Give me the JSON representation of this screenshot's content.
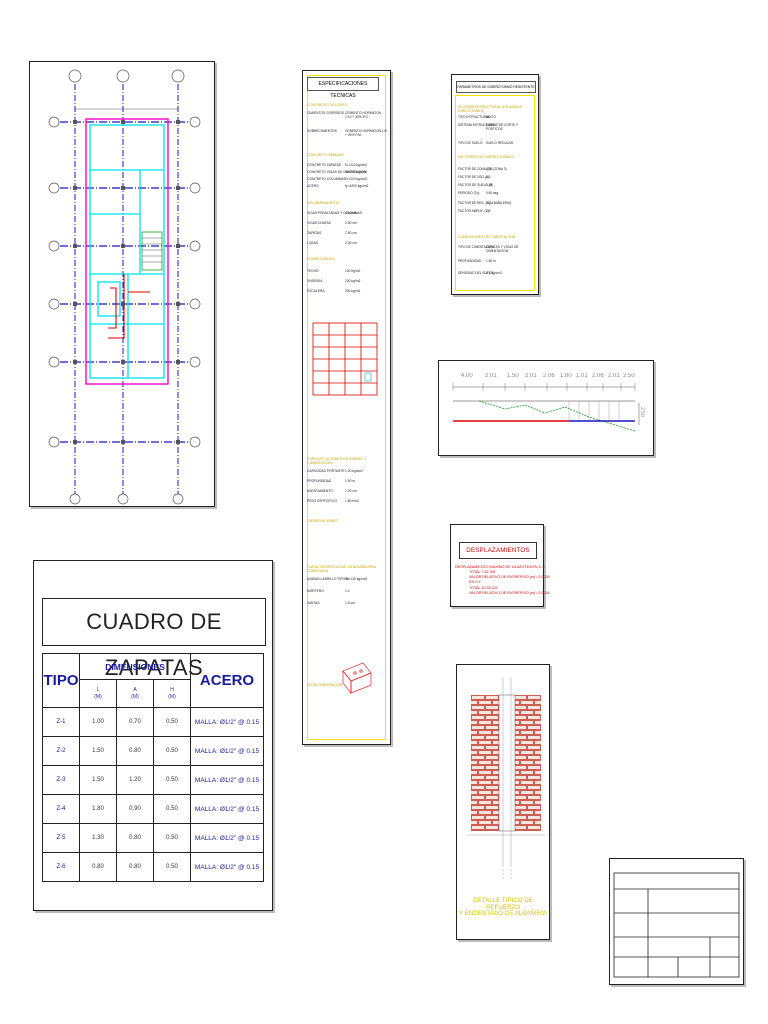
{
  "specs": {
    "title": "ESPECIFICACIONES TECNICAS",
    "sections": [
      {
        "title": "CONCRETO CICLOPEO",
        "rows": [
          {
            "label": "CIMIENTOS CORRIDOS",
            "value": "CEMENTO-HORMIGON 1:10 + 30% P.G."
          },
          {
            "label": "SOBRECIMIENTOS",
            "value": "CEMENTO-HORMIGON 1:8 + 25% P.M."
          }
        ]
      },
      {
        "title": "CONCRETO ARMADO",
        "rows": [
          {
            "label": "CONCRETO ZAPATAS",
            "value": "f'c=210 kg/cm2"
          },
          {
            "label": "CONCRETO VIGAS DE CIMENTACION",
            "value": "f'c=210 kg/cm2"
          },
          {
            "label": "CONCRETO COLUMNAS",
            "value": "f'c=210 kg/cm2"
          },
          {
            "label": "ACERO",
            "value": "fy=4200 kg/cm2"
          }
        ]
      },
      {
        "title": "RECUBRIMIENTOS",
        "rows": [
          {
            "label": "VIGAS PERALTADAS Y COLUMNAS",
            "value": "4.00 cm"
          },
          {
            "label": "VIGAS CHATAS",
            "value": "2.50 cm"
          },
          {
            "label": "ZAPATAS",
            "value": "7.50 cm"
          },
          {
            "label": "LOSAS",
            "value": "2.00 cm"
          }
        ]
      },
      {
        "title": "SOBRECARGAS",
        "rows": [
          {
            "label": "TECHO",
            "value": "100 kg/m2"
          },
          {
            "label": "VIVIENDA",
            "value": "200 kg/m2"
          },
          {
            "label": "ESCALERA",
            "value": "200 kg/m2"
          }
        ]
      },
      {
        "title": "ESPECIFICACIONES DE DISEÑO Y CIMENTACION",
        "rows": [
          {
            "label": "CAPACIDAD PORTANTE",
            "value": "1.00 kg/cm2"
          },
          {
            "label": "PROFUNDIDAD",
            "value": "1.50 m"
          },
          {
            "label": "ASENTAMIENTO",
            "value": "1.00 cm"
          },
          {
            "label": "PESO ESPECIFICO",
            "value": "1.80 t/m3"
          }
        ]
      },
      {
        "title": "OBSERVACIONES",
        "rows": []
      },
      {
        "title": "CARACTERISTICAS DE LA ALBAÑILERIA CONFINADA",
        "rows": [
          {
            "label": "UNIDAD LADRILLO TIPO IV",
            "value": "f'b=130 kg/cm2"
          },
          {
            "label": "MORTERO",
            "value": "1:4"
          },
          {
            "label": "JUNTAS",
            "value": "1.5 cm"
          }
        ]
      },
      {
        "title": "NOTA CIMENTACION",
        "rows": []
      }
    ]
  },
  "params": {
    "title": "PARAMETROS DE DISEÑO SISMO RESISTENTE",
    "sections": [
      {
        "title": "SISTEMA ESTRUCTURAL (EN AMBOS DIRECCIONES)",
        "rows": [
          {
            "label": "TIPO ESTRUCTURAL",
            "value": "MIXTO"
          },
          {
            "label": "SISTEMA ESTRUCTURAL",
            "value": "MUROS DE CORTE Y PORTICOS"
          },
          {
            "label": "TIPO DE SUELO",
            "value": "SUELO REGULAR"
          }
        ]
      },
      {
        "title": "FACTORES DE DISEÑO SISMICO",
        "rows": [
          {
            "label": "FACTOR DE ZONA (Z)",
            "value": "0.35 (ZONA 3)"
          },
          {
            "label": "FACTOR DE USO (U)",
            "value": "1.0"
          },
          {
            "label": "FACTOR DE SUELO (S)",
            "value": "1.15"
          },
          {
            "label": "PERIODO (Tp)",
            "value": "0.60 seg"
          },
          {
            "label": "FACTOR DE RED. (R)",
            "value": "3 (ALBAÑILERIA)"
          },
          {
            "label": "FACTOR AMPLIF. (C)",
            "value": "2.5"
          }
        ]
      },
      {
        "title": "CONDICIONES DE CIMENTACION",
        "rows": [
          {
            "label": "TIPO DE CIMENTACION",
            "value": "ZAPATAS Y VIGAS DE CIMENTACION"
          },
          {
            "label": "PROFUNDIDAD",
            "value": "1.50 m"
          },
          {
            "label": "DENSIDAD DEL SUELO",
            "value": "1.7 kg/cm3"
          }
        ]
      }
    ]
  },
  "profile": {
    "labels": [
      "4.00",
      "2.01",
      "1.50",
      "2.01",
      "2.06",
      "1.80",
      "1.01",
      "2.06",
      "2.01",
      "2.50"
    ],
    "side_label": "2.50"
  },
  "desplazamientos": {
    "title": "DESPLAZAMIENTOS",
    "lines": [
      "DESPLAZAMIENTO MAXIMO DE LA AZOTEA EN X-X",
      "TOTAL          7.52 CM",
      "VALOR RELATIVO DE ENTREPISO (m) / 0.0026",
      "EN Y-Y",
      "TOTAL          10.35 CM",
      "VALOR RELATIVO DE ENTREPISO (m) / 0.0034"
    ]
  },
  "zapatas": {
    "title": "CUADRO DE ZAPATAS",
    "header": {
      "tipo": "TIPO",
      "dimensiones": "DIMENSIONES",
      "acero": "ACERO",
      "l": "L",
      "a": "A",
      "h": "H",
      "unit": "(M)"
    },
    "rows": [
      {
        "tipo": "Z-1",
        "l": "1.00",
        "a": "0.70",
        "h": "0.50",
        "acero": "MALLA: Ø1/2\" @ 0.15"
      },
      {
        "tipo": "Z-2",
        "l": "1.50",
        "a": "0.80",
        "h": "0.50",
        "acero": "MALLA: Ø1/2\" @ 0.15"
      },
      {
        "tipo": "Z-3",
        "l": "1.50",
        "a": "1.20",
        "h": "0.50",
        "acero": "MALLA: Ø1/2\" @ 0.15"
      },
      {
        "tipo": "Z-4",
        "l": "1.80",
        "a": "0.90",
        "h": "0.50",
        "acero": "MALLA: Ø1/2\" @ 0.15"
      },
      {
        "tipo": "Z-5",
        "l": "1.30",
        "a": "0.80",
        "h": "0.50",
        "acero": "MALLA: Ø1/2\" @ 0.15"
      },
      {
        "tipo": "Z-6",
        "l": "0.80",
        "a": "0.80",
        "h": "0.50",
        "acero": "MALLA: Ø1/2\" @ 0.15"
      }
    ]
  },
  "wall": {
    "caption_1": "DETALLE TIPICO DE REFUERZO",
    "caption_2": "Y ENDENTADO DE ALBAÑIRIA"
  },
  "colors": {
    "grid_blue": "#1818c0",
    "cyan": "#00e0f0",
    "magenta": "#ff00c8",
    "red": "#e00000",
    "green": "#18a018",
    "yellow": "#f2e400",
    "brick": "#c0392b"
  }
}
